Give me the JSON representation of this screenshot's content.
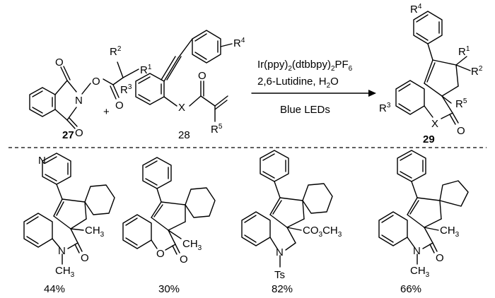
{
  "reaction": {
    "reagent_1": {
      "number": "27",
      "R_a": "R",
      "R_a_sup": "2",
      "R_b": "R",
      "R_b_sup": "1"
    },
    "reagent_2": {
      "number": "28",
      "R3": "R",
      "R3_sup": "3",
      "R4": "R",
      "R4_sup": "4",
      "R5": "R",
      "R5_sup": "5",
      "X": "X"
    },
    "plus": "+",
    "conditions": {
      "catalyst_parts": [
        "Ir(ppy)",
        "2",
        "(dtbbpy)",
        "2",
        "PF",
        "6"
      ],
      "base": "2,6-Lutidine, H",
      "base_sub": "2",
      "base_end": "O",
      "light": "Blue LEDs"
    },
    "product": {
      "number": "29",
      "R1": "R",
      "R1_sup": "1",
      "R2": "R",
      "R2_sup": "2",
      "R3": "R",
      "R3_sup": "3",
      "R4": "R",
      "R4_sup": "4",
      "R5": "R",
      "R5_sup": "5",
      "X": "X"
    }
  },
  "atoms": {
    "O": "O",
    "N": "N",
    "CH3": "CH",
    "sub3": "3",
    "CO2CH3_a": "CO",
    "CO2CH3_b": "CH",
    "Ts": "Ts"
  },
  "examples": [
    {
      "yield": "44%"
    },
    {
      "yield": "30%"
    },
    {
      "yield": "82%"
    },
    {
      "yield": "66%"
    }
  ]
}
